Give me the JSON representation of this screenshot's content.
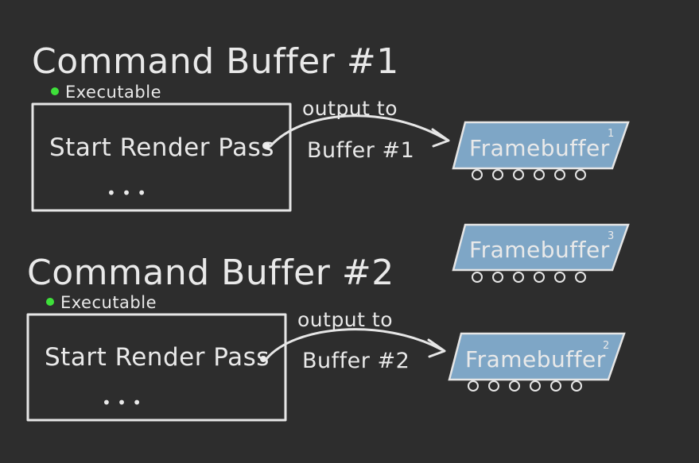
{
  "colors": {
    "board": "#2d2d2d",
    "chalk": "#e9e9e9",
    "status_dot": "#3ee03a",
    "framebuffer_fill": "#7ea6c6"
  },
  "command_buffers": [
    {
      "title": "Command Buffer #1",
      "status": "Executable",
      "command": "Start Render Pass",
      "ellipsis": "• • •",
      "arrow_label_top": "output to",
      "arrow_label_bottom": "Buffer #1"
    },
    {
      "title": "Command Buffer #2",
      "status": "Executable",
      "command": "Start Render Pass",
      "ellipsis": "• • •",
      "arrow_label_top": "output to",
      "arrow_label_bottom": "Buffer #2"
    }
  ],
  "framebuffers": [
    {
      "label": "Framebuffer",
      "index": "1"
    },
    {
      "label": "Framebuffer",
      "index": "3"
    },
    {
      "label": "Framebuffer",
      "index": "2"
    }
  ]
}
